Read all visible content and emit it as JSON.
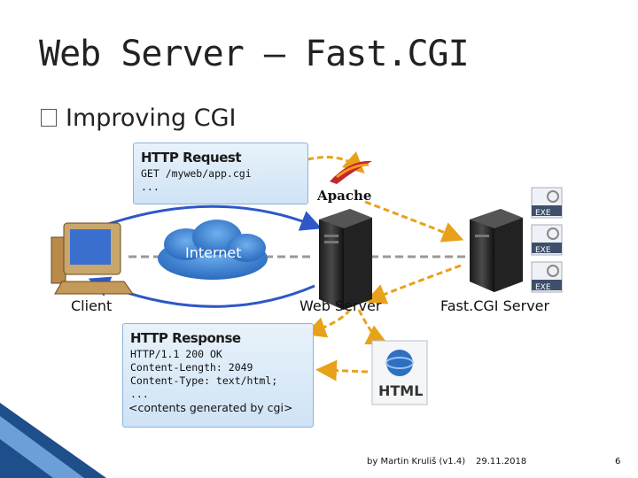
{
  "slide": {
    "title": "Web Server – Fast.CGI",
    "bullet": "Improving CGI"
  },
  "request": {
    "heading": "HTTP Request",
    "line1": "GET /myweb/app.cgi",
    "line2": "..."
  },
  "response": {
    "heading": "HTTP Response",
    "line1": "HTTP/1.1 200 OK",
    "line2": "Content-Length: 2049",
    "line3": "Content-Type: text/html;",
    "line4": "...",
    "line5": "<contents generated by cgi>"
  },
  "labels": {
    "client": "Client",
    "internet": "Internet",
    "web_server": "Web Server",
    "fastcgi_server": "Fast.CGI Server",
    "apache": "Apache",
    "exe": "EXE",
    "html": "HTML"
  },
  "footer": {
    "author": "by Martin Kruliš (v1.4)",
    "date": "29.11.2018",
    "page": "6"
  },
  "colors": {
    "arrow_orange": "#e8a21a",
    "arrow_blue": "#2d58c6",
    "cloud_blue": "#3a86d8",
    "box_fill": "#dbeaf7"
  }
}
